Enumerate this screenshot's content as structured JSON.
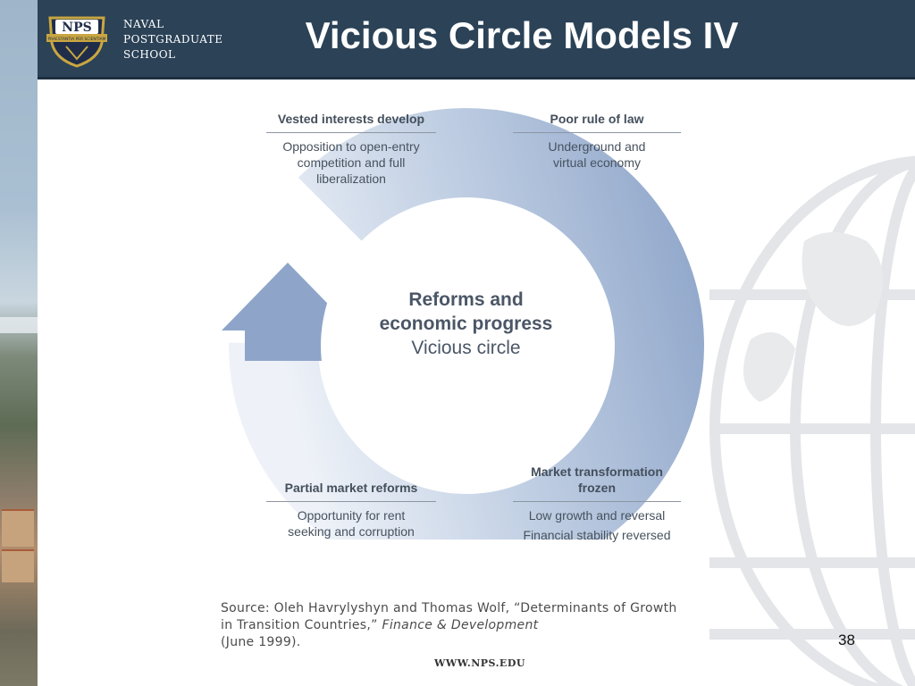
{
  "header": {
    "logo_text": "NPS",
    "logo_motto": "PRAESTANTIA PER SCIENTIAM",
    "school_lines": [
      "NAVAL",
      "POSTGRADUATE",
      "SCHOOL"
    ],
    "title": "Vicious Circle Models IV"
  },
  "diagram": {
    "center": {
      "line1": "Reforms and",
      "line2": "economic progress",
      "line3": "Vicious circle"
    },
    "nodes": [
      {
        "head": "Vested interests develop",
        "body": [
          "Opposition to open-entry",
          "competition and full",
          "liberalization"
        ]
      },
      {
        "head": "Poor rule of law",
        "body": [
          "Underground and",
          "virtual economy"
        ]
      },
      {
        "head_lines": [
          "Market transformation",
          "frozen"
        ],
        "body": [
          "Low growth and reversal",
          "Financial stability reversed"
        ]
      },
      {
        "head": "Partial market reforms",
        "body": [
          "Opportunity for rent",
          "seeking and corruption"
        ]
      }
    ],
    "colors": {
      "ring_dark": "#8ea5c9",
      "ring_light": "#e9eef6"
    }
  },
  "source": {
    "prefix": "Source: Oleh Havrylyshyn and Thomas Wolf, “Determinants of Growth in Transition Countries,”",
    "italic": "Finance & Development",
    "suffix": "(June 1999)."
  },
  "footer": {
    "page_number": "38",
    "url": "WWW.NPS.EDU"
  }
}
